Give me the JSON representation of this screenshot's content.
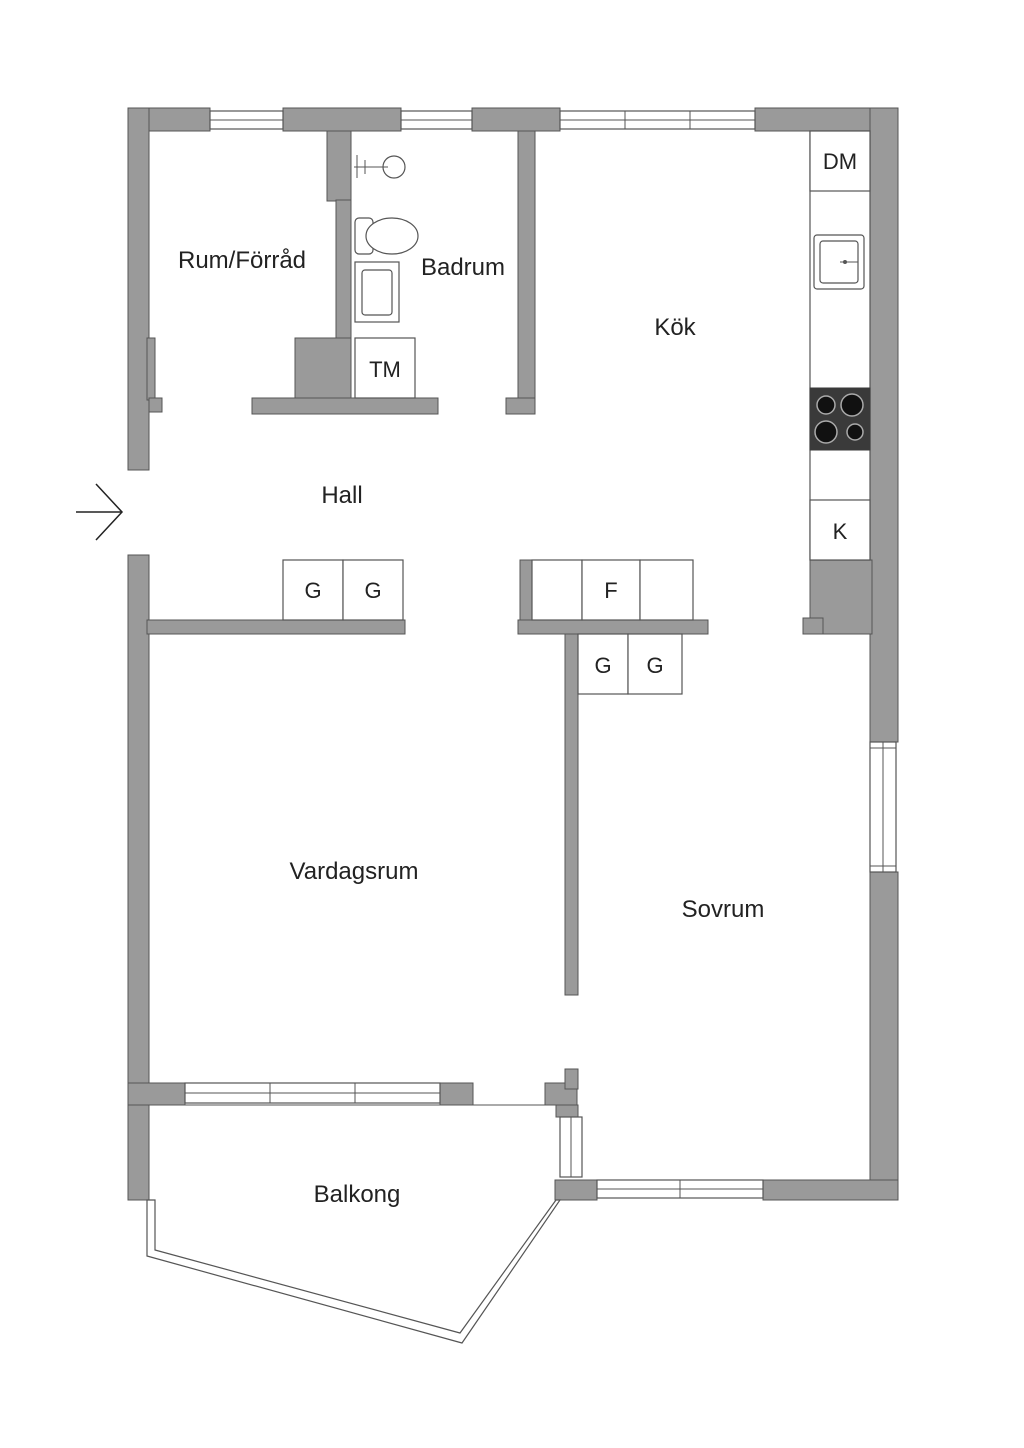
{
  "rooms": {
    "storage": "Rum/Förråd",
    "bathroom": "Badrum",
    "kitchen": "Kök",
    "hall": "Hall",
    "living_room": "Vardagsrum",
    "bedroom": "Sovrum",
    "balcony": "Balkong"
  },
  "appliances": {
    "dishwasher": "DM",
    "washing_machine": "TM",
    "fridge": "K",
    "freezer": "F",
    "wardrobe": "G"
  },
  "colors": {
    "wall": "#9a9a9a",
    "stove": "#3a3a3a"
  }
}
